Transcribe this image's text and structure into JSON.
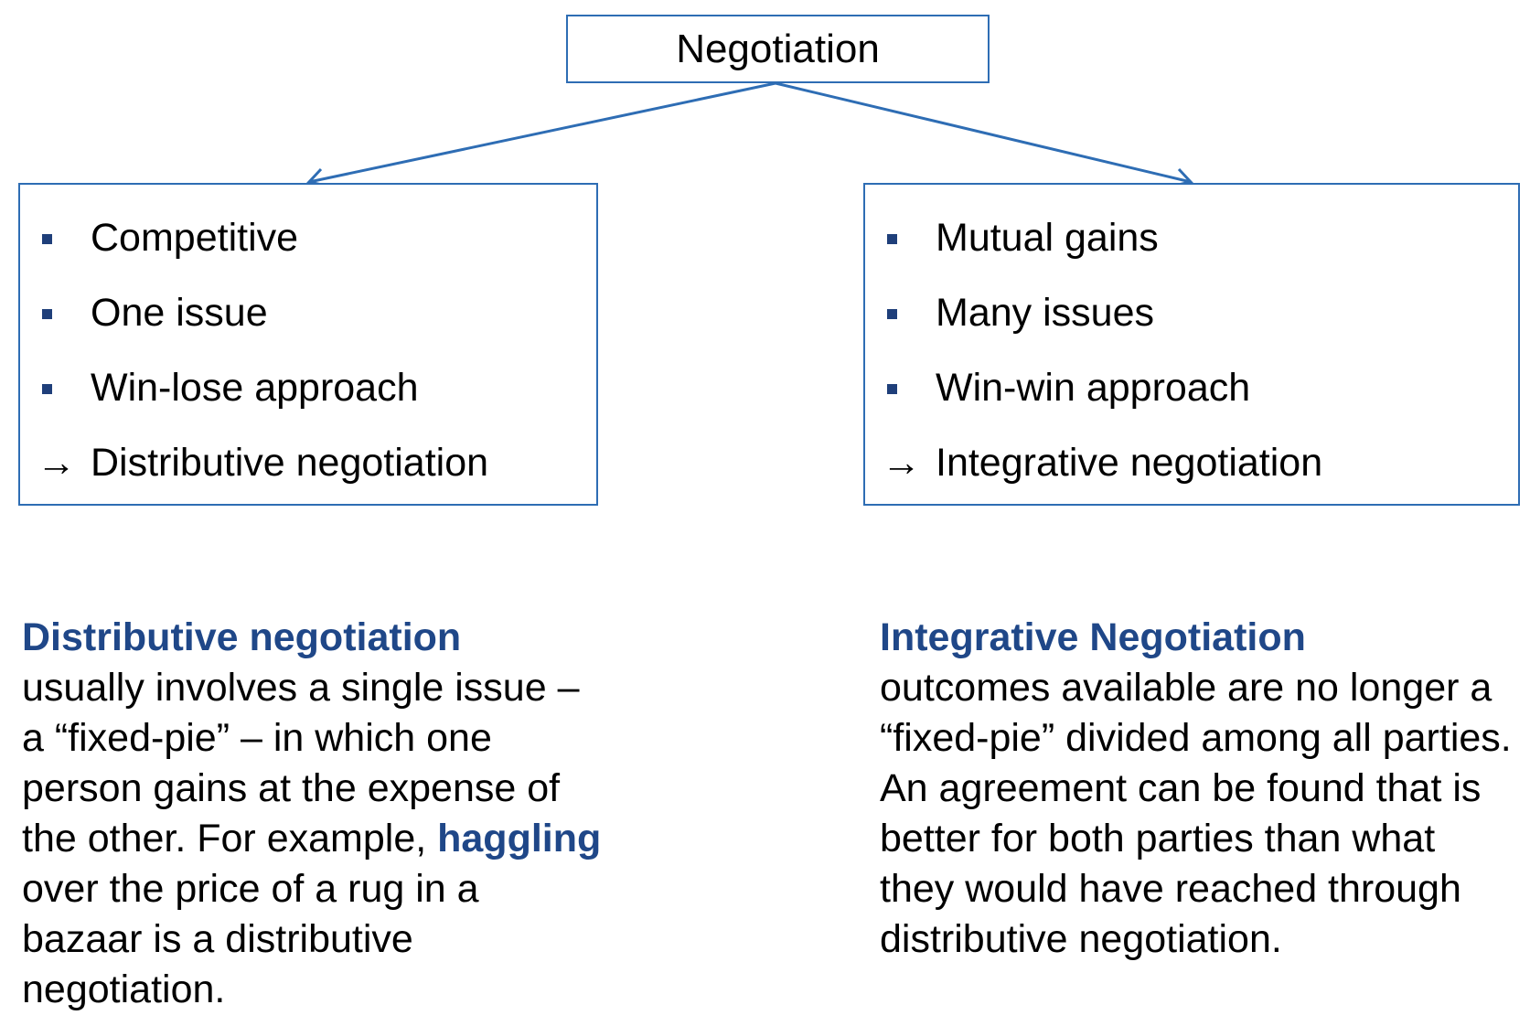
{
  "root": {
    "label": "Negotiation"
  },
  "left_box": {
    "items": [
      "Competitive",
      "One issue",
      "Win-lose approach"
    ],
    "result_arrow": "→",
    "result": "Distributive negotiation"
  },
  "right_box": {
    "items": [
      "Mutual gains",
      "Many issues",
      "Win-win approach"
    ],
    "result_arrow": "→",
    "result": "Integrative negotiation"
  },
  "left_desc": {
    "heading": "Distributive negotiation",
    "text_a": "usually involves a single issue – a “fixed-pie” – in which one person gains at the expense of the other. For example, ",
    "emphasis": "haggling",
    "text_b": " over the price of a rug in a bazaar is a distributive negotiation."
  },
  "right_desc": {
    "heading": "Integrative Negotiation",
    "text": "outcomes available are no longer a “fixed-pie” divided among all parties. An agreement can be found that is better for both parties than what they would have reached through distributive negotiation."
  },
  "colors": {
    "border": "#2e6db4",
    "bullet": "#1f3f7a",
    "heading": "#1f4788"
  }
}
